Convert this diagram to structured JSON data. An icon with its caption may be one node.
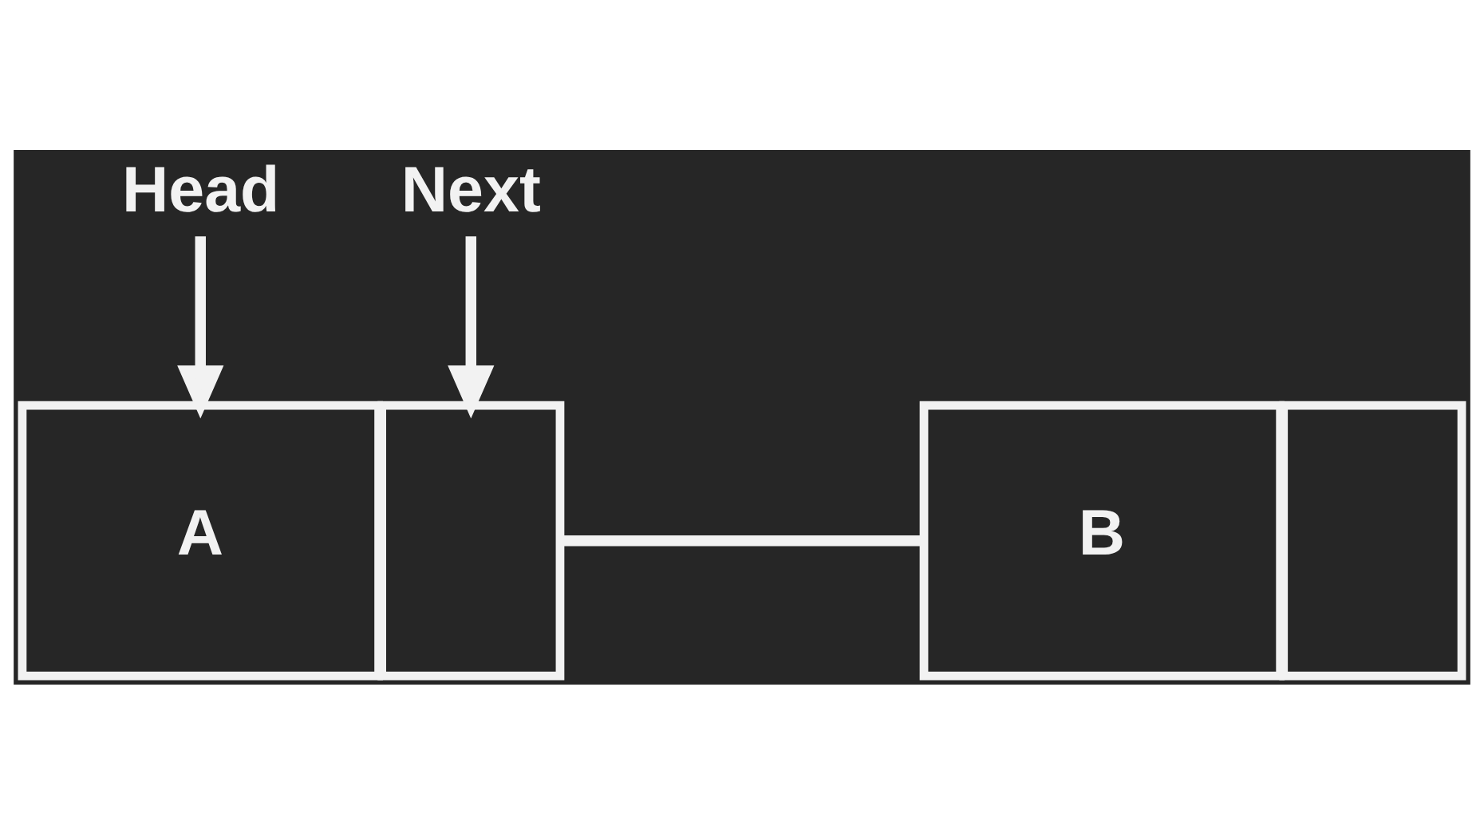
{
  "diagram": {
    "nodes": [
      {
        "text": [
          "Head"
        ]
      },
      {
        "text": [
          "Next"
        ]
      },
      {
        "text": [
          "A"
        ]
      },
      {
        "text": [],
        "shape": "box"
      },
      {
        "text": [
          "B"
        ]
      },
      {
        "text": [],
        "shape": "box"
      }
    ],
    "edges": [
      {
        "from": 0,
        "to": 2,
        "arrow": "to"
      },
      {
        "from": 1,
        "to": 3,
        "arrow": "to"
      },
      {
        "from": 3,
        "to": 4,
        "arrow": "none"
      }
    ]
  }
}
